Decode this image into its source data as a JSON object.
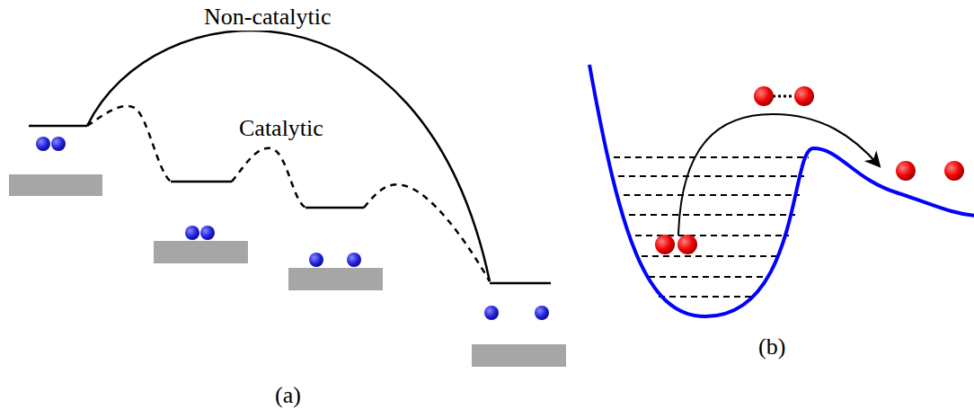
{
  "diagram": {
    "labels": [
      "Non-catalytic",
      "Catalytic",
      "(a)",
      "(b)"
    ]
  }
}
